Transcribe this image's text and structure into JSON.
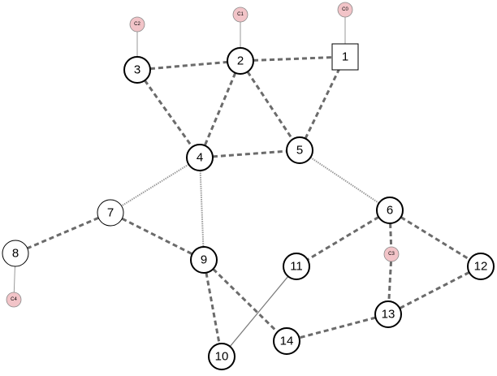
{
  "diagram": {
    "nodes": [
      {
        "id": "1",
        "label": "1",
        "shape": "square"
      },
      {
        "id": "2",
        "label": "2",
        "shape": "circle-bold"
      },
      {
        "id": "3",
        "label": "3",
        "shape": "circle-bold"
      },
      {
        "id": "4",
        "label": "4",
        "shape": "circle-bold"
      },
      {
        "id": "5",
        "label": "5",
        "shape": "circle-bold"
      },
      {
        "id": "6",
        "label": "6",
        "shape": "circle-bold"
      },
      {
        "id": "7",
        "label": "7",
        "shape": "circle-thin"
      },
      {
        "id": "8",
        "label": "8",
        "shape": "circle-thin"
      },
      {
        "id": "9",
        "label": "9",
        "shape": "circle-bold"
      },
      {
        "id": "10",
        "label": "10",
        "shape": "circle-bold"
      },
      {
        "id": "11",
        "label": "11",
        "shape": "circle-bold"
      },
      {
        "id": "12",
        "label": "12",
        "shape": "circle-bold"
      },
      {
        "id": "13",
        "label": "13",
        "shape": "circle-bold"
      },
      {
        "id": "14",
        "label": "14",
        "shape": "circle-bold"
      },
      {
        "id": "C0",
        "label": "C0",
        "shape": "pink-small"
      },
      {
        "id": "C1",
        "label": "C1",
        "shape": "pink-small"
      },
      {
        "id": "C2",
        "label": "C2",
        "shape": "pink-small"
      },
      {
        "id": "C3",
        "label": "C3",
        "shape": "pink-small"
      },
      {
        "id": "C4",
        "label": "C4",
        "shape": "pink-small"
      }
    ],
    "edges": [
      {
        "from": "3",
        "to": "2",
        "style": "dashed"
      },
      {
        "from": "2",
        "to": "1",
        "style": "dashed"
      },
      {
        "from": "3",
        "to": "4",
        "style": "dashed"
      },
      {
        "from": "2",
        "to": "4",
        "style": "dashed"
      },
      {
        "from": "2",
        "to": "5",
        "style": "dashed"
      },
      {
        "from": "1",
        "to": "5",
        "style": "dashed"
      },
      {
        "from": "4",
        "to": "5",
        "style": "dashed"
      },
      {
        "from": "4",
        "to": "7",
        "style": "dotted"
      },
      {
        "from": "4",
        "to": "9",
        "style": "dotted"
      },
      {
        "from": "5",
        "to": "6",
        "style": "dotted"
      },
      {
        "from": "7",
        "to": "8",
        "style": "dashed"
      },
      {
        "from": "7",
        "to": "9",
        "style": "dashed"
      },
      {
        "from": "9",
        "to": "10",
        "style": "dashed"
      },
      {
        "from": "9",
        "to": "14",
        "style": "dashed"
      },
      {
        "from": "11",
        "to": "10",
        "style": "solid-thin"
      },
      {
        "from": "6",
        "to": "11",
        "style": "dashed"
      },
      {
        "from": "6",
        "to": "12",
        "style": "dashed"
      },
      {
        "from": "6",
        "to": "C3",
        "style": "dashed"
      },
      {
        "from": "C3",
        "to": "13",
        "style": "dashed"
      },
      {
        "from": "12",
        "to": "13",
        "style": "dashed"
      },
      {
        "from": "13",
        "to": "14",
        "style": "dashed"
      },
      {
        "from": "C0",
        "to": "1",
        "style": "solid-gray"
      },
      {
        "from": "C1",
        "to": "2",
        "style": "solid-gray"
      },
      {
        "from": "C2",
        "to": "3",
        "style": "solid-gray"
      },
      {
        "from": "C4",
        "to": "8",
        "style": "solid-gray"
      }
    ]
  },
  "colors": {
    "background": "#ffffff",
    "node_stroke": "#000000",
    "node_fill": "#ffffff",
    "pink_fill": "#f2c4c8",
    "pink_stroke": "#8a8a8a",
    "dashed_edge": "#6b6b6b",
    "dotted_edge": "#9a9a9a",
    "thin_edge": "#7a7a7a"
  }
}
